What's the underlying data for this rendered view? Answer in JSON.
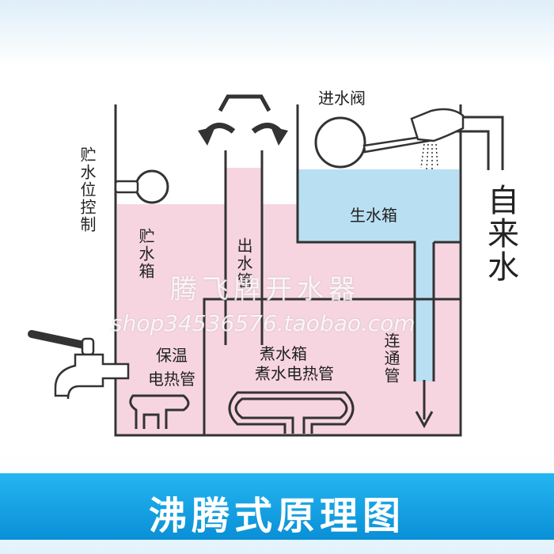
{
  "title": "沸腾式原理图",
  "labels": {
    "level_control": "贮水位控制",
    "storage_tank": "贮水箱",
    "outlet_pipe": "出水管",
    "inlet_valve": "进水阀",
    "raw_water_tank": "生水箱",
    "tap_water": "自来水",
    "warming_heater_line1": "保温",
    "warming_heater_line2": "电热管",
    "boiling_tank": "煮水箱",
    "boiling_heater": "煮水电热管",
    "connector_pipe": "连通管"
  },
  "watermark": {
    "brand": "腾飞牌开水器",
    "shop": "shop34536576.taobao.com"
  },
  "colors": {
    "hot_water": "#f6d5e1",
    "raw_water": "#b9dff3",
    "banner": "#0a8fd6",
    "line": "#333333"
  }
}
